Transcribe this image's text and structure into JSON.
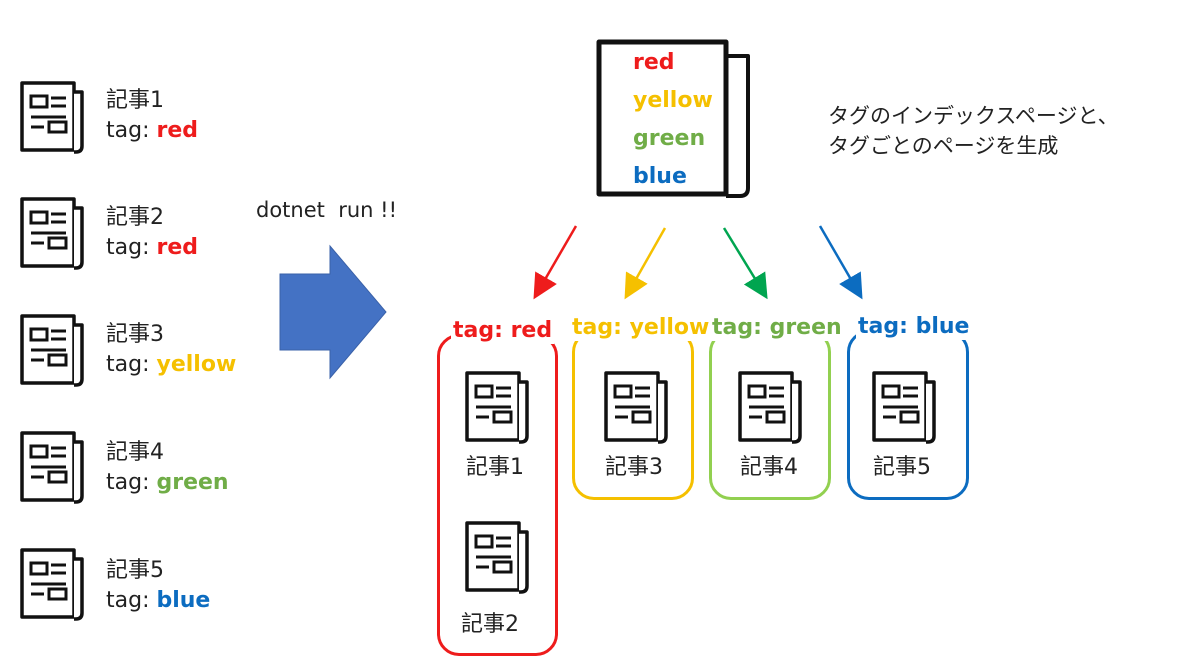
{
  "colors": {
    "red": "#ee1c1c",
    "yellow": "#f5c000",
    "green": "#70ad47",
    "blue": "#0c6cc0",
    "arrow_fill": "#4472c4"
  },
  "icons": [
    "newspaper-icon",
    "tag-index-page-icon",
    "right-arrow-icon"
  ],
  "articles": [
    {
      "title": "記事1",
      "tag_label": "tag: ",
      "tag": "red"
    },
    {
      "title": "記事2",
      "tag_label": "tag: ",
      "tag": "red"
    },
    {
      "title": "記事3",
      "tag_label": "tag: ",
      "tag": "yellow"
    },
    {
      "title": "記事4",
      "tag_label": "tag: ",
      "tag": "green"
    },
    {
      "title": "記事5",
      "tag_label": "tag: ",
      "tag": "blue"
    }
  ],
  "command": "dotnet  run !!",
  "tag_index": [
    "red",
    "yellow",
    "green",
    "blue"
  ],
  "description": [
    "タグのインデックスページと、",
    "タグごとのページを生成"
  ],
  "tag_pages": [
    {
      "title": "tag: red",
      "articles": [
        "記事1",
        "記事2"
      ]
    },
    {
      "title": "tag: yellow",
      "articles": [
        "記事3"
      ]
    },
    {
      "title": "tag: green",
      "articles": [
        "記事4"
      ]
    },
    {
      "title": "tag: blue",
      "articles": [
        "記事5"
      ]
    }
  ]
}
